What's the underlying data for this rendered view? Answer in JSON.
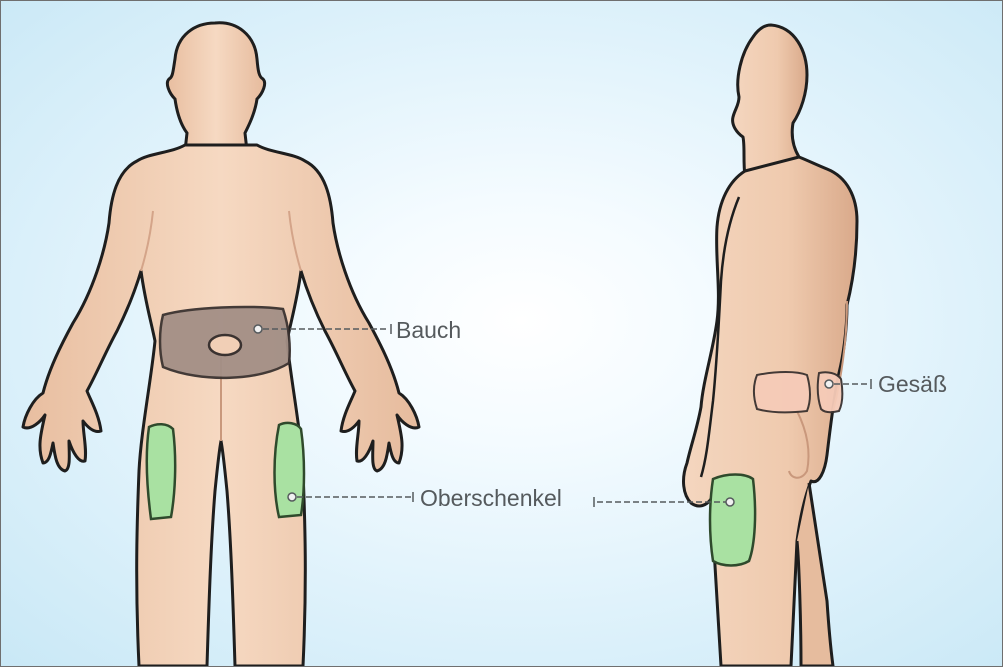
{
  "labels": {
    "abdomen": "Bauch",
    "thigh": "Oberschenkel",
    "buttocks": "Gesäß"
  },
  "colors": {
    "skin": "#f3d2b8",
    "outline": "#1e1e1e",
    "abdomen_zone": "#a38f86",
    "thigh_zone": "#a9e1a2",
    "buttocks_zone": "#f6cbb8",
    "leader_line": "#555a5d"
  }
}
